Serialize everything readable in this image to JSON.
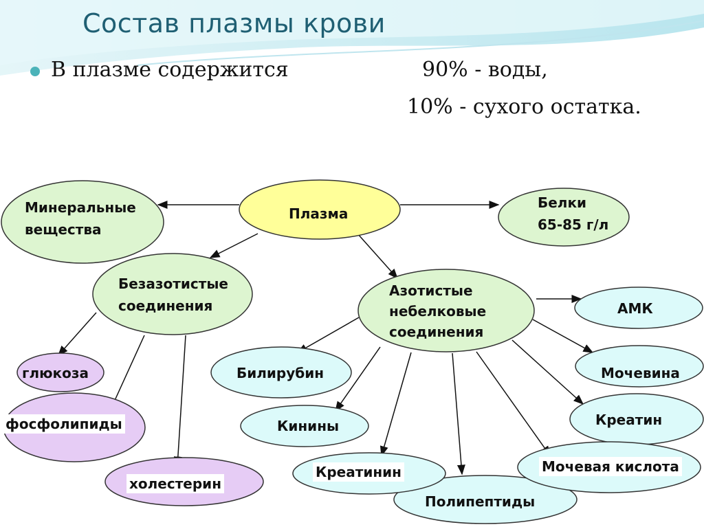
{
  "title": "Состав плазмы крови",
  "intro": {
    "lead": "В плазме содержится",
    "water": "90% - воды,",
    "dry": "10% - сухого остатка."
  },
  "nodes": {
    "plasma": "Плазма",
    "minerals_1": "Минеральные",
    "minerals_2": "вещества",
    "proteins_1": "Белки",
    "proteins_2": "65-85 г/л",
    "nitrogen_free_1": "Безазотистые",
    "nitrogen_free_2": "соединения",
    "nitrogen_1": "Азотистые",
    "nitrogen_2": "небелковые",
    "nitrogen_3": "соединения",
    "glucose": "глюкоза",
    "phospholipids": "фосфолипиды",
    "cholesterol": "холестерин",
    "bilirubin": "Билирубин",
    "kinins": "Кинины",
    "creatinine": "Креатинин",
    "polypeptides": "Полипептиды",
    "amk": "АМК",
    "urea": "Мочевина",
    "creatine": "Креатин",
    "uric_acid": "Мочевая кислота"
  },
  "colors": {
    "title": "#1f5f73",
    "yellow": "#ffff99",
    "green": "#ddf5d0",
    "cyan": "#dcfafa",
    "purple": "#e6ccf5"
  }
}
